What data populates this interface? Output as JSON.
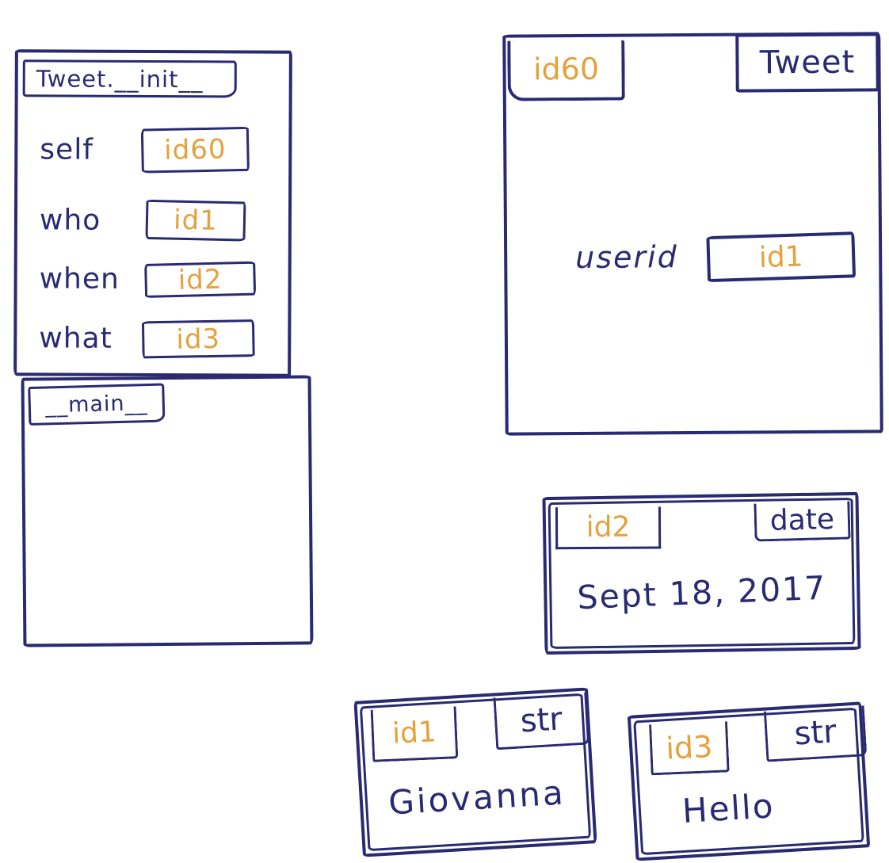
{
  "colors": {
    "ink": "#2a2a72",
    "id_ink": "#e3a23d",
    "background": "#ffffff"
  },
  "frames": [
    {
      "title": "Tweet.__init__",
      "bindings": [
        {
          "var": "self",
          "ref": "id60"
        },
        {
          "var": "who",
          "ref": "id1"
        },
        {
          "var": "when",
          "ref": "id2"
        },
        {
          "var": "what",
          "ref": "id3"
        }
      ]
    },
    {
      "title": "__main__",
      "bindings": []
    }
  ],
  "objects": [
    {
      "id": "id60",
      "type": "Tweet",
      "attributes": [
        {
          "var": "userid",
          "ref": "id1"
        }
      ]
    },
    {
      "id": "id2",
      "type": "date",
      "value": "Sept 18, 2017"
    },
    {
      "id": "id1",
      "type": "str",
      "value": "Giovanna"
    },
    {
      "id": "id3",
      "type": "str",
      "value": "Hello"
    }
  ]
}
